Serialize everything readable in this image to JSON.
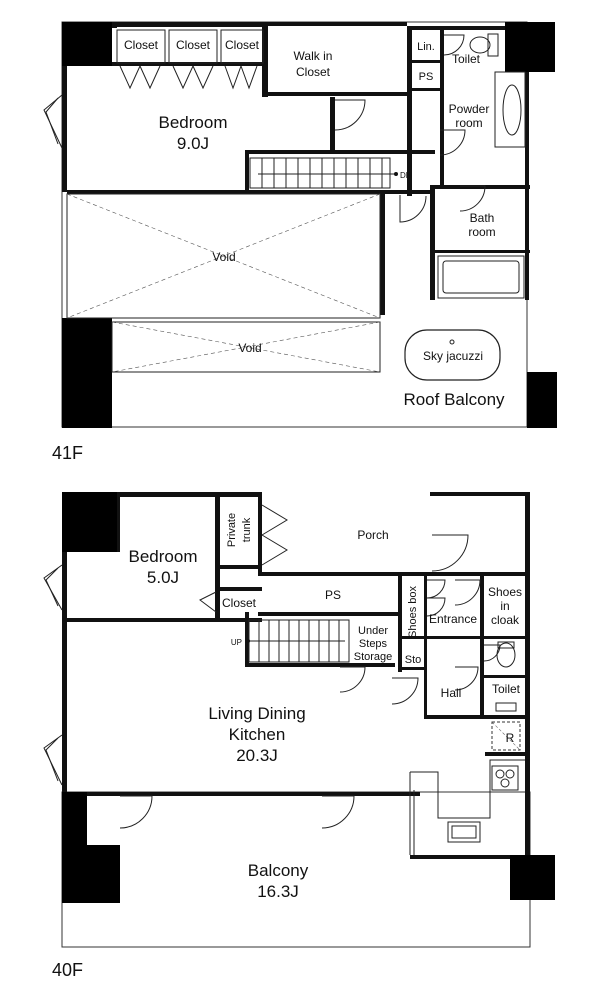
{
  "floors": {
    "f41": {
      "name": "41F",
      "rooms": {
        "closet_1": "Closet",
        "closet_2": "Closet",
        "closet_3": "Closet",
        "walk_in_closet_1": "Walk in",
        "walk_in_closet_2": "Closet",
        "linen": "Lin.",
        "toilet": "Toilet",
        "ps": "PS",
        "powder_room_1": "Powder",
        "powder_room_2": "room",
        "bedroom": "Bedroom",
        "bedroom_size": "9.0J",
        "dn": "DN",
        "bath_room_1": "Bath",
        "bath_room_2": "room",
        "void_1": "Void",
        "void_2": "Void",
        "sky_jacuzzi": "Sky jacuzzi",
        "roof_balcony": "Roof Balcony"
      }
    },
    "f40": {
      "name": "40F",
      "rooms": {
        "private_trunk_1": "Private",
        "private_trunk_2": "trunk",
        "porch": "Porch",
        "bedroom": "Bedroom",
        "bedroom_size": "5.0J",
        "closet": "Closet",
        "ps": "PS",
        "shoes_box": "Shoes box",
        "entrance": "Entrance",
        "shoes_in_cloak_1": "Shoes",
        "shoes_in_cloak_2": "in",
        "shoes_in_cloak_3": "cloak",
        "up": "UP",
        "under_steps_1": "Under",
        "under_steps_2": "Steps",
        "under_steps_3": "Storage",
        "sto": "Sto",
        "hall": "Hall",
        "toilet": "Toilet",
        "refrigerator": "R",
        "ldk_1": "Living Dining",
        "ldk_2": "Kitchen",
        "ldk_size": "20.3J",
        "balcony": "Balcony",
        "balcony_size": "16.3J"
      }
    }
  }
}
